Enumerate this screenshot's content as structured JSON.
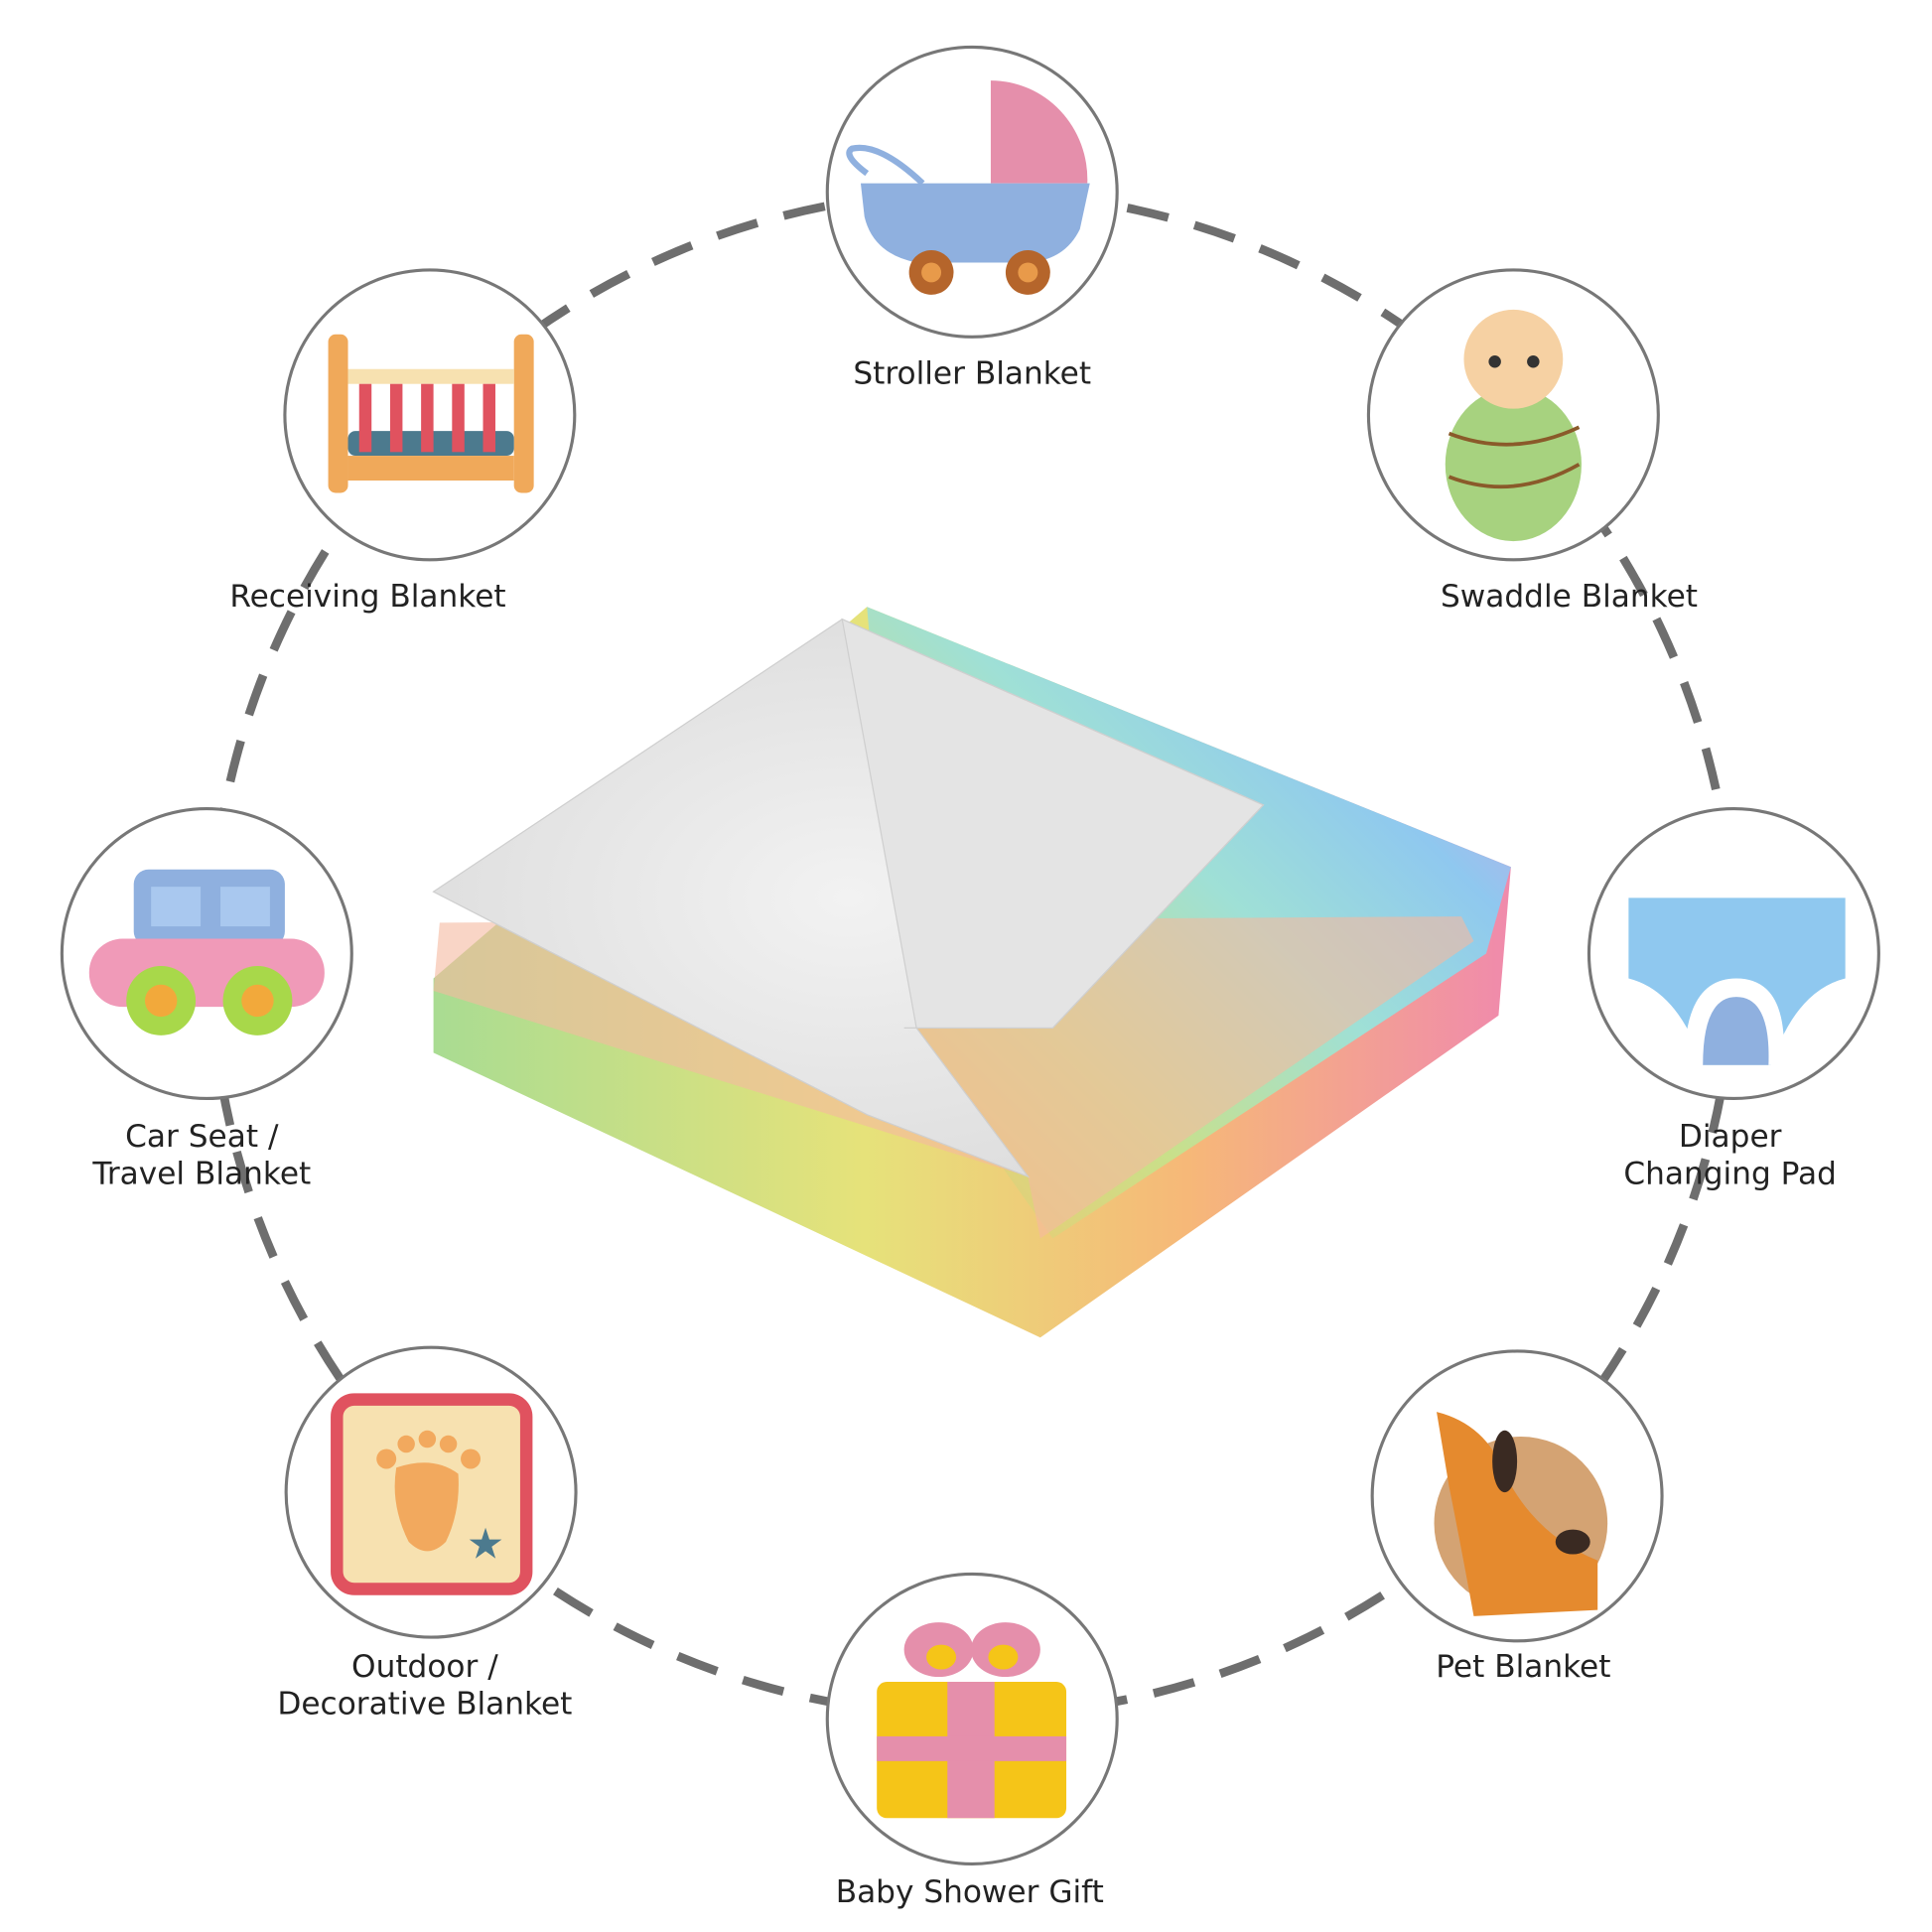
{
  "uses": [
    {
      "id": "stroller",
      "label_lines": [
        "Stroller Blanket"
      ],
      "icon": "stroller-icon"
    },
    {
      "id": "swaddle",
      "label_lines": [
        "Swaddle Blanket"
      ],
      "icon": "swaddled-baby-icon"
    },
    {
      "id": "diaper",
      "label_lines": [
        "Diaper",
        "Changing Pad"
      ],
      "icon": "diaper-icon"
    },
    {
      "id": "pet",
      "label_lines": [
        "Pet Blanket"
      ],
      "icon": "dog-icon"
    },
    {
      "id": "gift",
      "label_lines": [
        "Baby Shower Gift"
      ],
      "icon": "gift-box-icon"
    },
    {
      "id": "outdoor",
      "label_lines": [
        "Outdoor /",
        "Decorative Blanket"
      ],
      "icon": "footprint-icon"
    },
    {
      "id": "carseat",
      "label_lines": [
        "Car Seat /",
        "Travel Blanket"
      ],
      "icon": "toy-car-icon"
    },
    {
      "id": "receiving",
      "label_lines": [
        "Receiving Blanket"
      ],
      "icon": "crib-icon"
    }
  ],
  "colors": {
    "ring": "#777777",
    "dash": "#6e6e6e",
    "pink": "#e58fab",
    "blue": "#8fb0df"
  }
}
